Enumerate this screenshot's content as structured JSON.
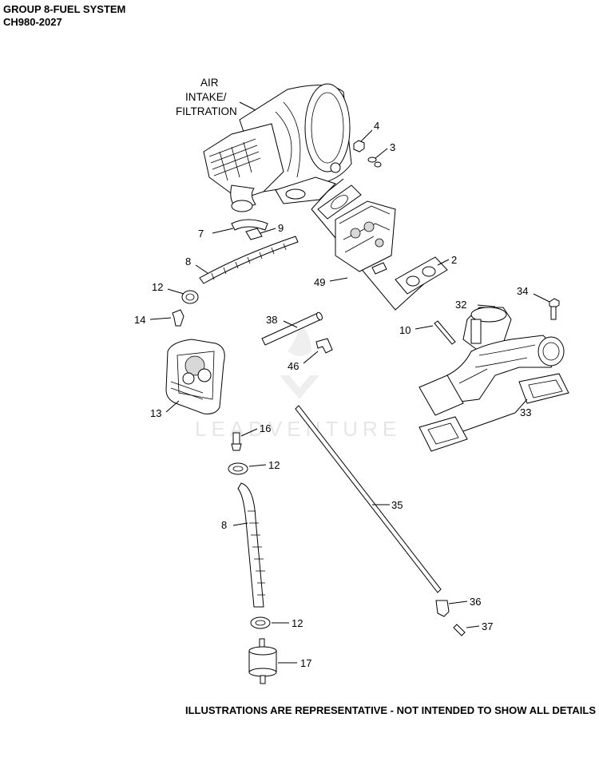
{
  "header": {
    "title": "GROUP 8-FUEL SYSTEM",
    "model": "CH980-2027"
  },
  "labels": {
    "air_intake_line1": "AIR",
    "air_intake_line2": "INTAKE/",
    "air_intake_line3": "FILTRATION"
  },
  "callouts": {
    "c2": "2",
    "c3": "3",
    "c4": "4",
    "c7": "7",
    "c8a": "8",
    "c8b": "8",
    "c9": "9",
    "c10": "10",
    "c12a": "12",
    "c12b": "12",
    "c12c": "12",
    "c13": "13",
    "c14": "14",
    "c16": "16",
    "c17": "17",
    "c32": "32",
    "c33": "33",
    "c34": "34",
    "c35": "35",
    "c36": "36",
    "c37": "37",
    "c38": "38",
    "c46": "46",
    "c49": "49"
  },
  "watermark": "LEADVENTURE",
  "footer": "ILLUSTRATIONS ARE REPRESENTATIVE - NOT INTENDED TO SHOW ALL DETAILS"
}
